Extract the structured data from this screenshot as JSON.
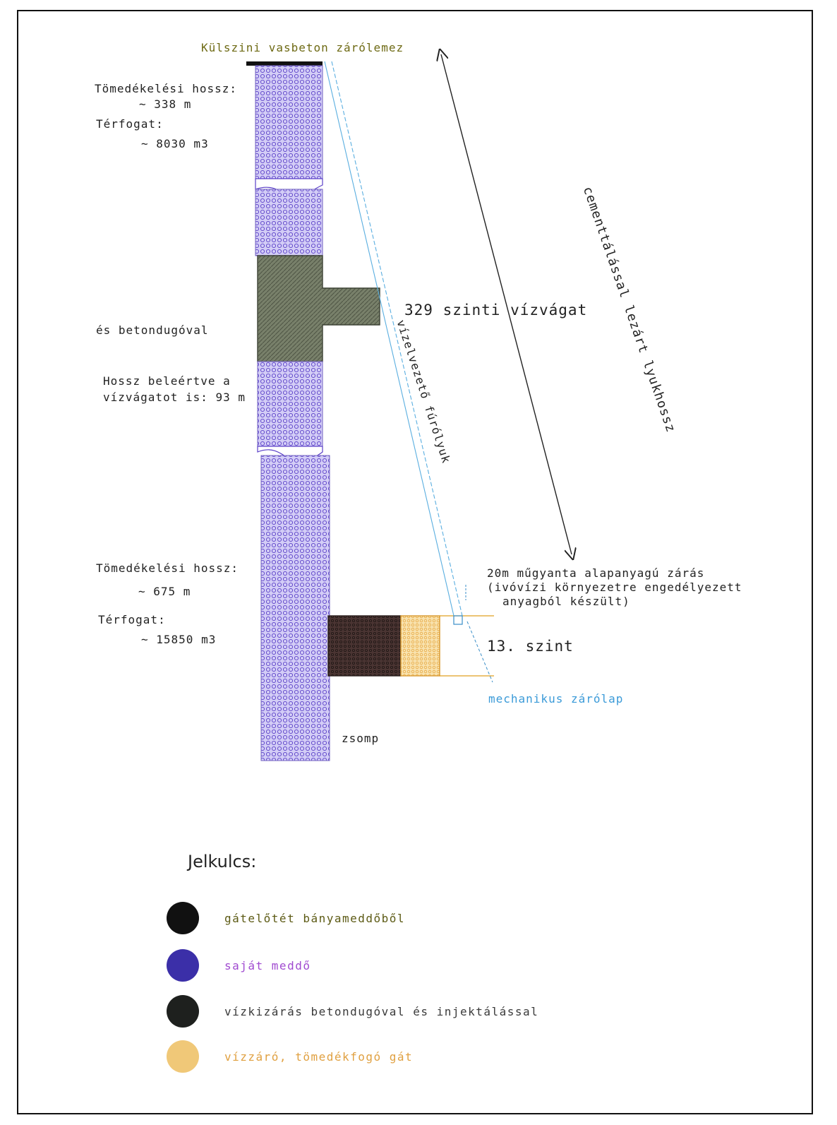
{
  "labels": {
    "top_plate": "Külszini vasbeton zárólemez",
    "upper_fill_length": "Tömedékelési hossz:",
    "upper_fill_length_value": "~ 338 m",
    "upper_volume": "Térfogat:",
    "upper_volume_value": "~ 8030 m3",
    "plug_note": "és betondugóval",
    "length_note_line1": "Hossz beleértve a",
    "length_note_line2": "vízvágatot is: 93 m",
    "level_329": "329 szinti vízvágat",
    "cement_length": "cementtálással lezárt lyukhossz",
    "drill_hole": "vízelvezető fúrólyuk",
    "lower_fill_length": "Tömedékelési hossz:",
    "lower_fill_length_value": "~ 675 m",
    "lower_volume": "Térfogat:",
    "lower_volume_value": "~ 15850 m3",
    "resin_line1": "20m műgyanta alapanyagú zárás",
    "resin_line2": "(ivóvízi környezetre engedélyezett",
    "resin_line3": "anyagból készült)",
    "level_13": "13. szint",
    "mech_plate": "mechanikus zárólap",
    "sump": "zsomp"
  },
  "legend": {
    "title": "Jelkulcs:",
    "items": [
      {
        "label": "gátelőtét bányameddőből",
        "color": "#111111",
        "text_color": "#5c5a14"
      },
      {
        "label": "saját meddő",
        "color": "#3b2fa8",
        "text_color": "#a04ad0"
      },
      {
        "label": "vízkizárás betondugóval és injektálással",
        "color": "#1e201e",
        "text_color": "#3a3a3a"
      },
      {
        "label": "vízzáró, tömedékfogó gát",
        "color": "#f0c878",
        "text_color": "#e0a040"
      }
    ]
  },
  "colors": {
    "shaft_fill": "#c9c3f2",
    "shaft_pattern": "#5a3fc8",
    "plug_fill": "#6e7660",
    "dark_block": "#3a2a28",
    "yellow_block": "#f6d998",
    "drill_hole": "#5aaee0",
    "level_line": "#e0a020"
  }
}
